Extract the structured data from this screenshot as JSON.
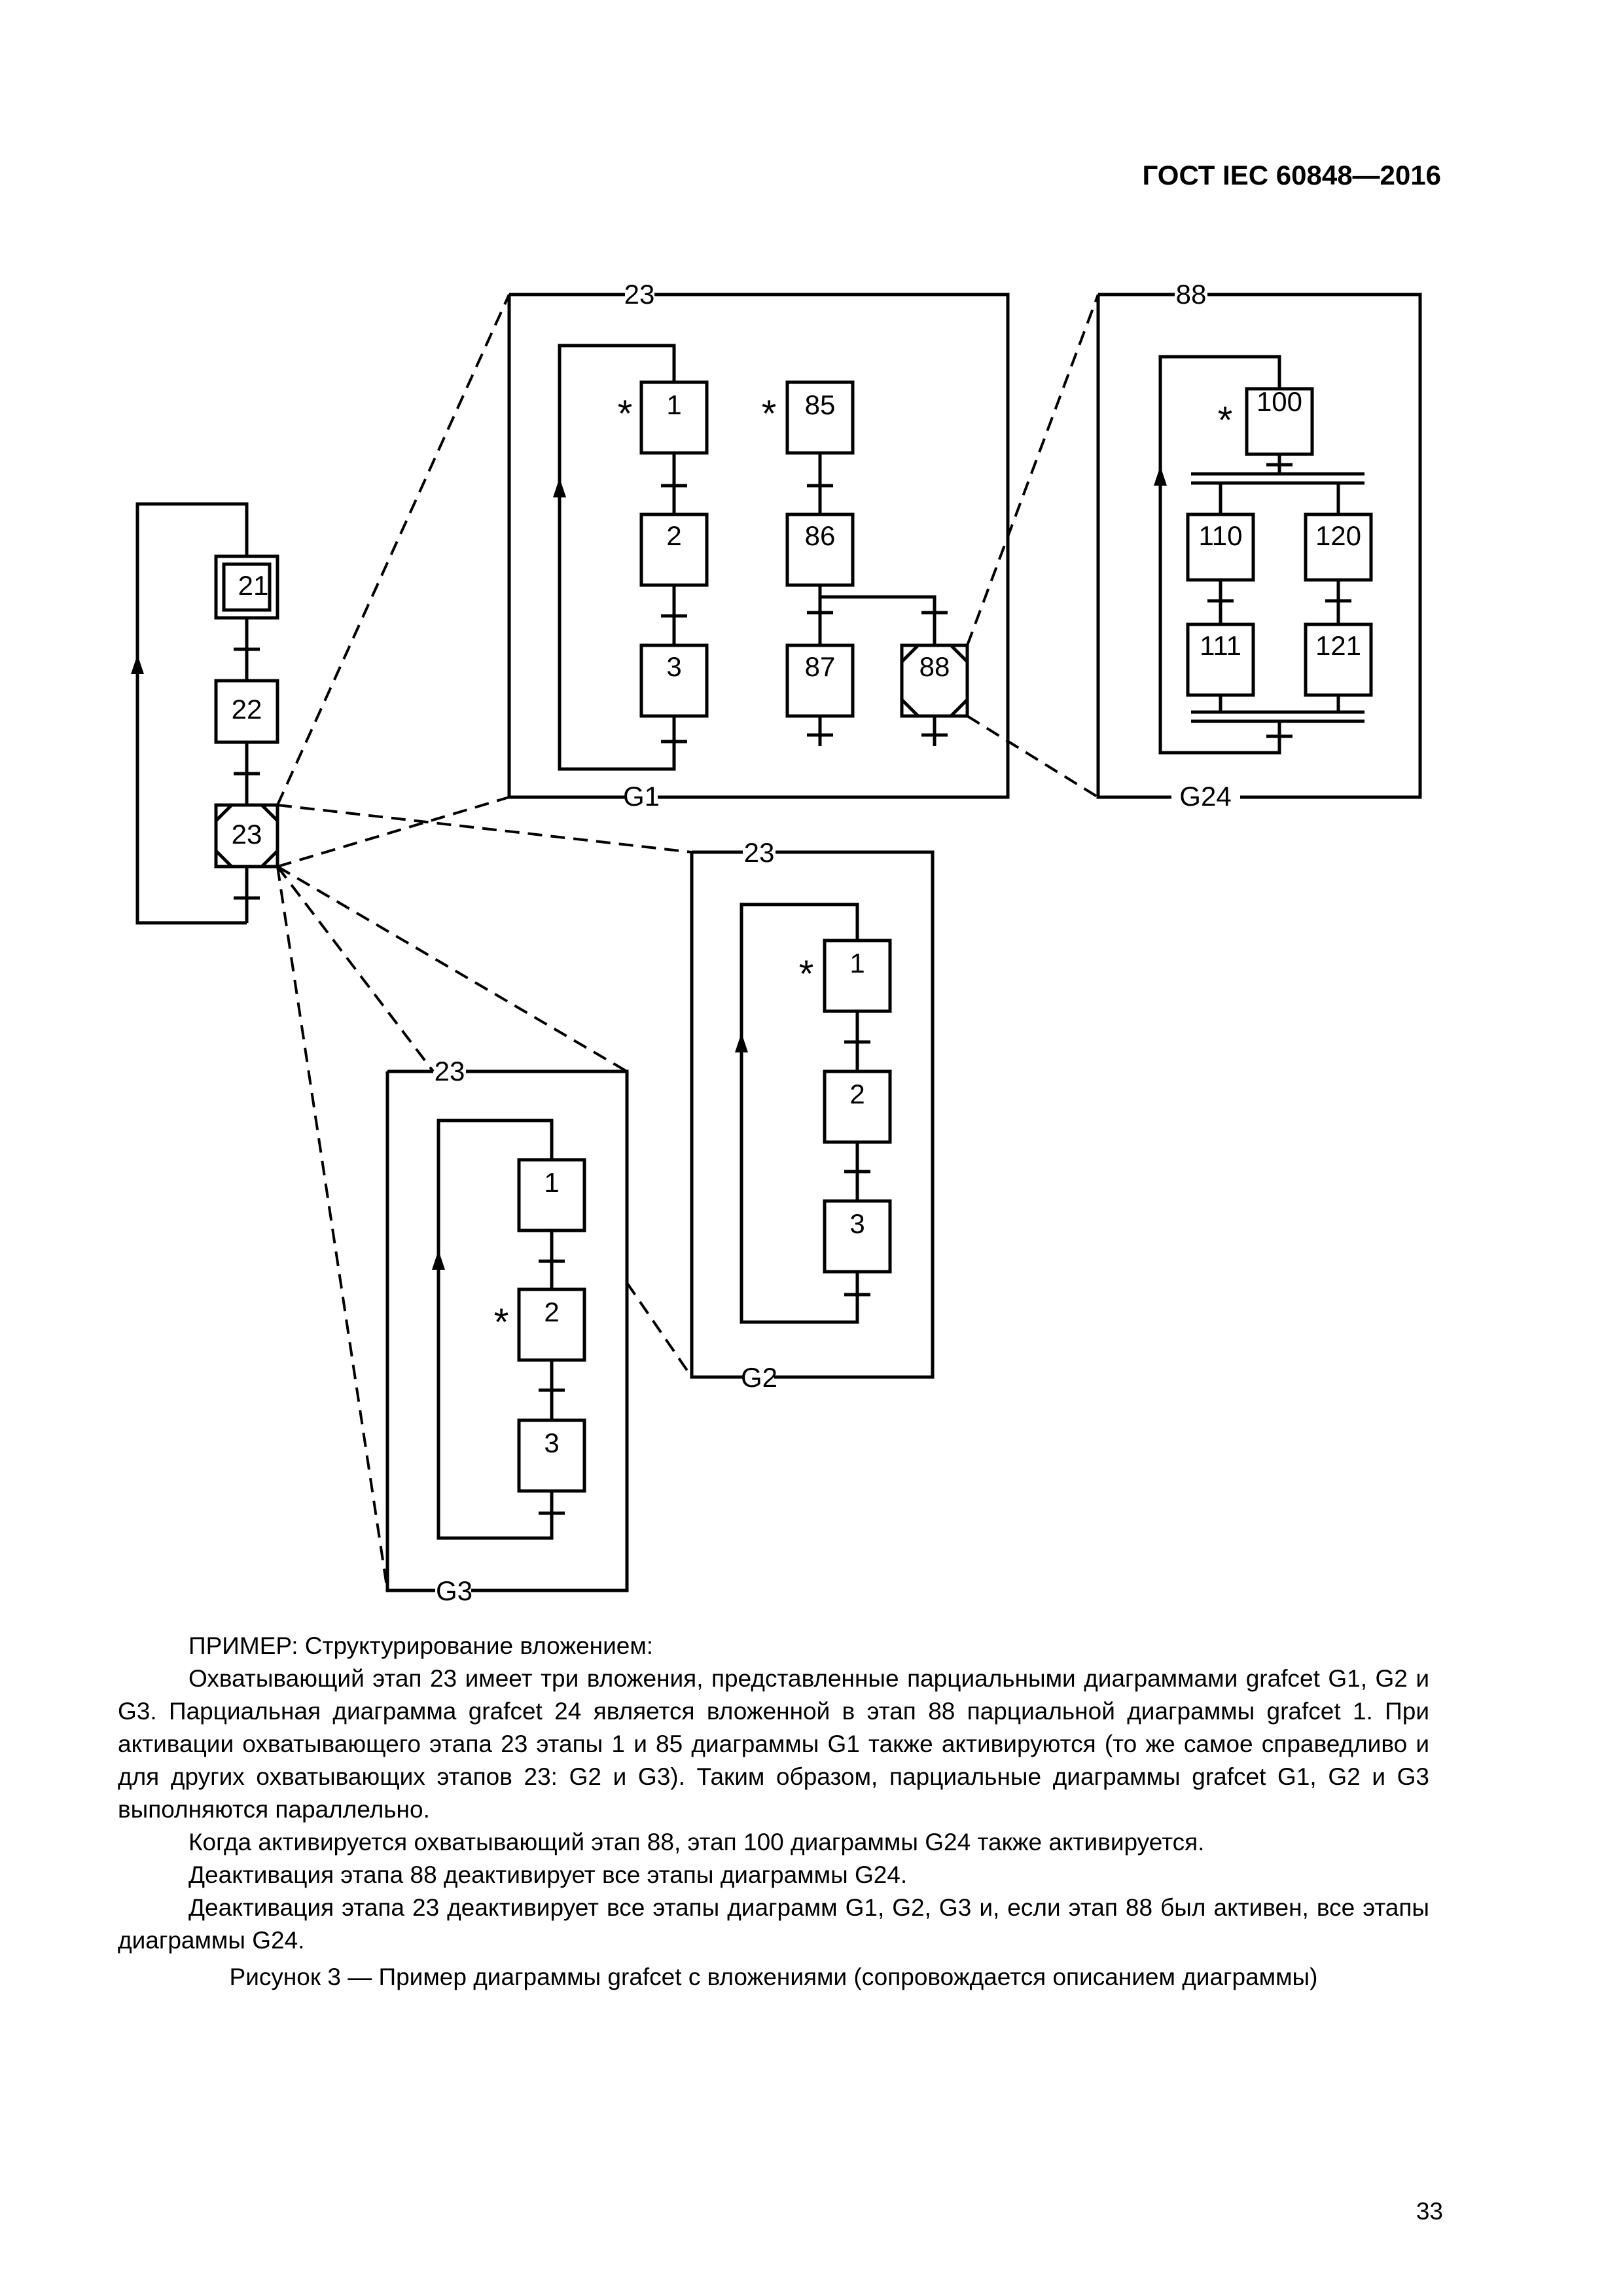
{
  "header": {
    "doc_code": "ГОСТ IEC 60848—2016"
  },
  "diagram": {
    "main": {
      "steps": [
        "21",
        "22",
        "23"
      ]
    },
    "g1": {
      "label": "G1",
      "step_label": "23",
      "steps_left": [
        "1",
        "2",
        "3"
      ],
      "steps_right": [
        "85",
        "86",
        "87"
      ],
      "enclosing_step": "88"
    },
    "g24": {
      "label": "G24",
      "step_label": "88",
      "steps": [
        "100",
        "110",
        "111",
        "120",
        "121"
      ]
    },
    "g2": {
      "label": "G2",
      "step_label": "23",
      "steps": [
        "1",
        "2",
        "3"
      ]
    },
    "g3": {
      "label": "G3",
      "step_label": "23",
      "steps": [
        "1",
        "2",
        "3"
      ]
    },
    "initial_marker": "*"
  },
  "caption": {
    "heading": "ПРИМЕР: Структурирование вложением:",
    "p1": "Охватывающий этап 23 имеет три вложения, представленные парциальными диаграммами grafcet G1, G2 и G3. Парциальная диаграмма grafcet 24 является вложенной в этап 88 парциальной диаграммы grafcet 1. При активации охватывающего этапа 23 этапы 1 и 85 диаграммы G1 также активируются (то же самое справедливо и для других охватывающих этапов 23: G2 и G3). Таким образом, парциальные диаграммы grafcet G1, G2 и G3 выполняются параллельно.",
    "p2": "Когда активируется охватывающий этап 88, этап 100 диаграммы G24 также активируется.",
    "p3": "Деактивация этапа 88 деактивирует все этапы диаграммы G24.",
    "p4": "Деактивация этапа 23 деактивирует все этапы диаграмм G1, G2, G3 и, если этап 88 был активен, все этапы диаграммы G24."
  },
  "figure_title": "Рисунок 3 — Пример диаграммы grafcet с вложениями (сопровождается описанием диаграммы)",
  "page_number": "33"
}
